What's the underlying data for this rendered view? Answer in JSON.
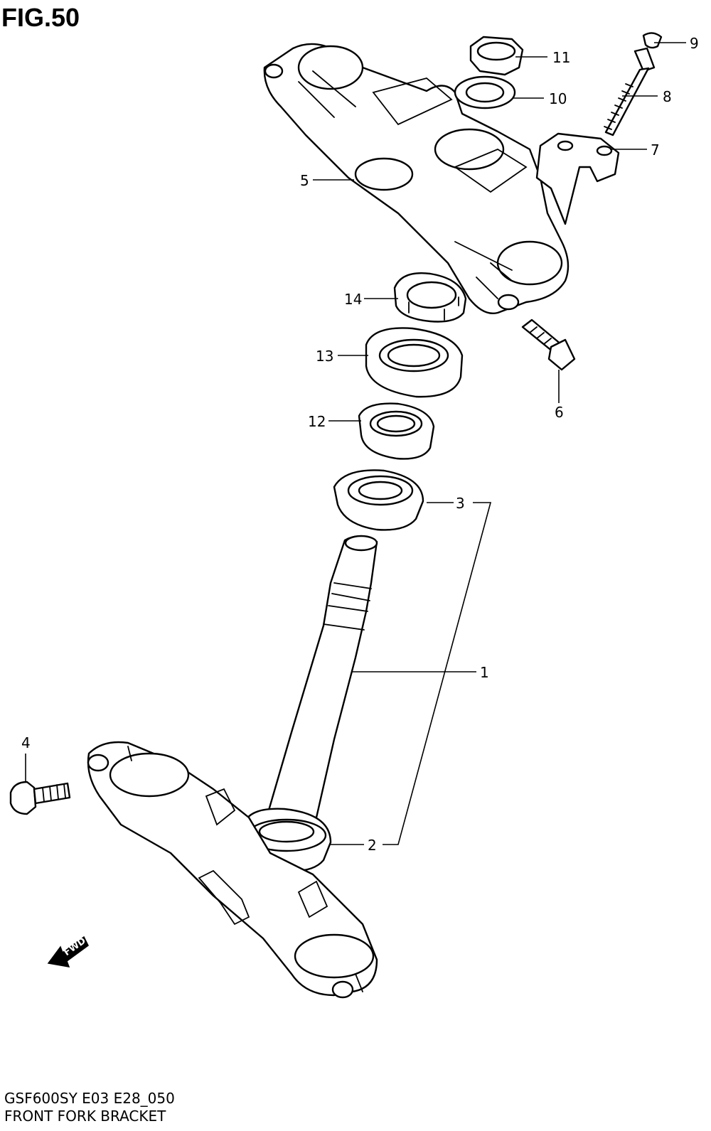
{
  "figure": {
    "title": "FIG.50",
    "model_code": "GSF600SY E03 E28_050",
    "caption": "FRONT FORK BRACKET"
  },
  "fwd_arrow": {
    "label": "FWD"
  },
  "callouts": [
    {
      "id": "1",
      "label": "1"
    },
    {
      "id": "2",
      "label": "2"
    },
    {
      "id": "3",
      "label": "3"
    },
    {
      "id": "4",
      "label": "4"
    },
    {
      "id": "5",
      "label": "5"
    },
    {
      "id": "6",
      "label": "6"
    },
    {
      "id": "7",
      "label": "7"
    },
    {
      "id": "8",
      "label": "8"
    },
    {
      "id": "9",
      "label": "9"
    },
    {
      "id": "10",
      "label": "10"
    },
    {
      "id": "11",
      "label": "11"
    },
    {
      "id": "12",
      "label": "12"
    },
    {
      "id": "13",
      "label": "13"
    },
    {
      "id": "14",
      "label": "14"
    }
  ]
}
